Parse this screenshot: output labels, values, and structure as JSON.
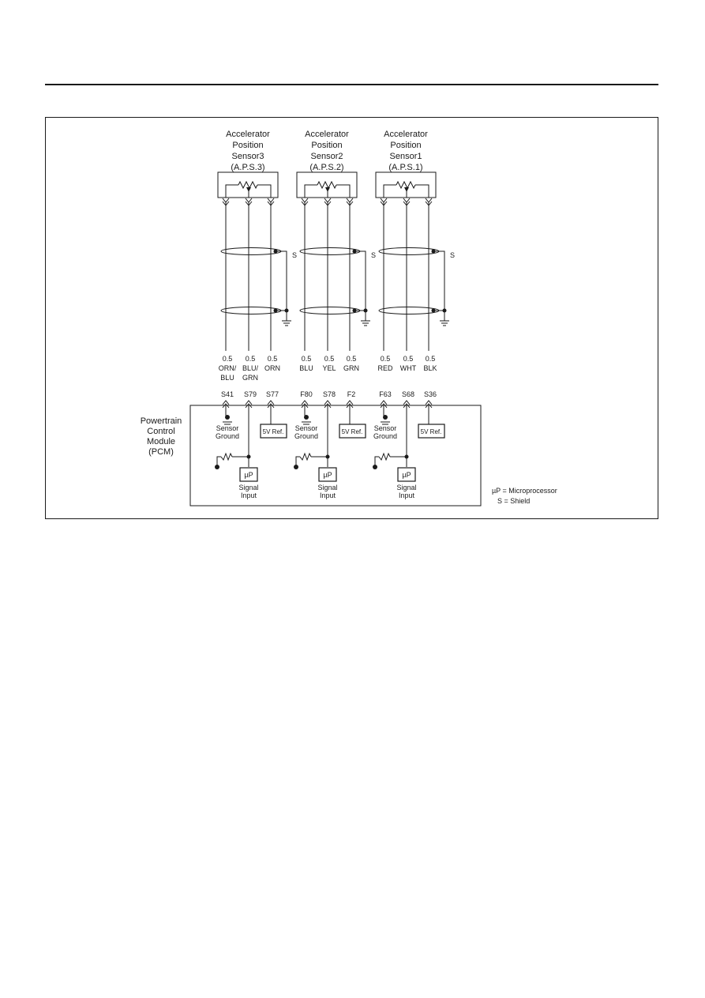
{
  "sensors": [
    {
      "label_lines": [
        "Accelerator",
        "Position",
        "Sensor3",
        "(A.P.S.3)"
      ],
      "wires": [
        {
          "gauge": "0.5",
          "color_lines": [
            "ORN/",
            "BLU"
          ],
          "pin": "S41"
        },
        {
          "gauge": "0.5",
          "color_lines": [
            "BLU/",
            "GRN"
          ],
          "pin": "S79"
        },
        {
          "gauge": "0.5",
          "color_lines": [
            "ORN"
          ],
          "pin": "S77"
        }
      ],
      "shield_label": "S"
    },
    {
      "label_lines": [
        "Accelerator",
        "Position",
        "Sensor2",
        "(A.P.S.2)"
      ],
      "wires": [
        {
          "gauge": "0.5",
          "color_lines": [
            "BLU"
          ],
          "pin": "F80"
        },
        {
          "gauge": "0.5",
          "color_lines": [
            "YEL"
          ],
          "pin": "S78"
        },
        {
          "gauge": "0.5",
          "color_lines": [
            "GRN"
          ],
          "pin": "F2"
        }
      ],
      "shield_label": "S"
    },
    {
      "label_lines": [
        "Accelerator",
        "Position",
        "Sensor1",
        "(A.P.S.1)"
      ],
      "wires": [
        {
          "gauge": "0.5",
          "color_lines": [
            "RED"
          ],
          "pin": "F63"
        },
        {
          "gauge": "0.5",
          "color_lines": [
            "WHT"
          ],
          "pin": "S68"
        },
        {
          "gauge": "0.5",
          "color_lines": [
            "BLK"
          ],
          "pin": "S36"
        }
      ],
      "shield_label": "S"
    }
  ],
  "pcm": {
    "label_lines": [
      "Powertrain",
      "Control",
      "Module",
      "(PCM)"
    ],
    "sensor_ground_lines": [
      "Sensor",
      "Ground"
    ],
    "ref_label": "5V Ref.",
    "micro_label": "µP",
    "signal_input_lines": [
      "Signal",
      "Input"
    ]
  },
  "legend": {
    "micro": "µP = Microprocessor",
    "shield": "S = Shield"
  }
}
